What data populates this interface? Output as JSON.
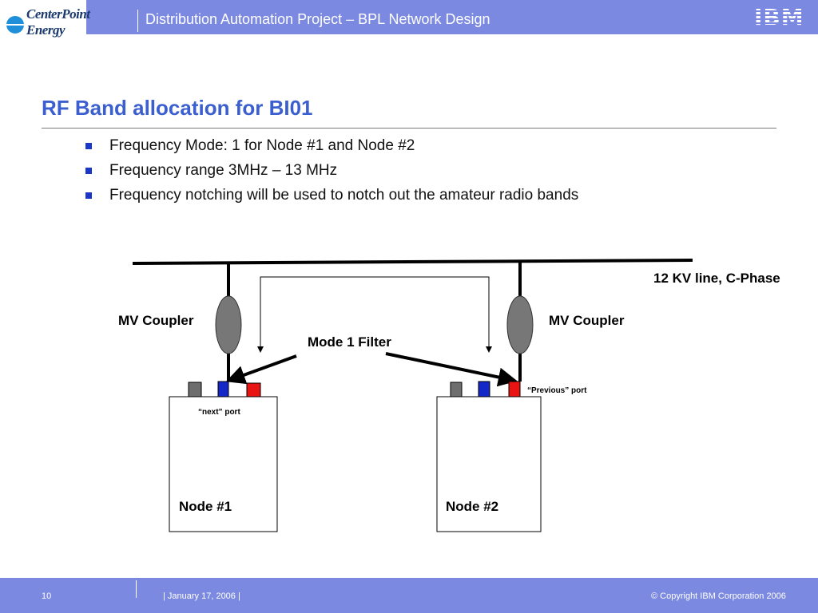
{
  "header": {
    "title": "Distribution Automation Project – BPL Network Design",
    "logo_left_line1": "CenterPoint",
    "logo_left_line2": "Energy",
    "logo_right": "IBM",
    "band_color": "#7b89e0"
  },
  "slide": {
    "title": "RF Band allocation for BI01",
    "title_color": "#3c5fd0",
    "bullets": [
      "Frequency Mode: 1 for Node #1 and Node #2",
      "Frequency range 3MHz – 13 MHz",
      "Frequency notching will be used to notch out the amateur radio bands"
    ],
    "bullet_color": "#1a37c8"
  },
  "diagram": {
    "line_label": "12 KV line, C-Phase",
    "coupler_left_label": "MV Coupler",
    "coupler_right_label": "MV Coupler",
    "filter_label": "Mode 1 Filter",
    "next_port_label": "“next” port",
    "previous_port_label": "“Previous” port",
    "node1_label": "Node #1",
    "node2_label": "Node #2",
    "port_colors": {
      "gray": "#6e6e6e",
      "blue": "#1428c8",
      "red": "#e81414"
    },
    "coupler_color": "#777777"
  },
  "footer": {
    "page_number": "10",
    "date": "|  January 17, 2006  |",
    "copyright": "© Copyright IBM Corporation 2006"
  }
}
